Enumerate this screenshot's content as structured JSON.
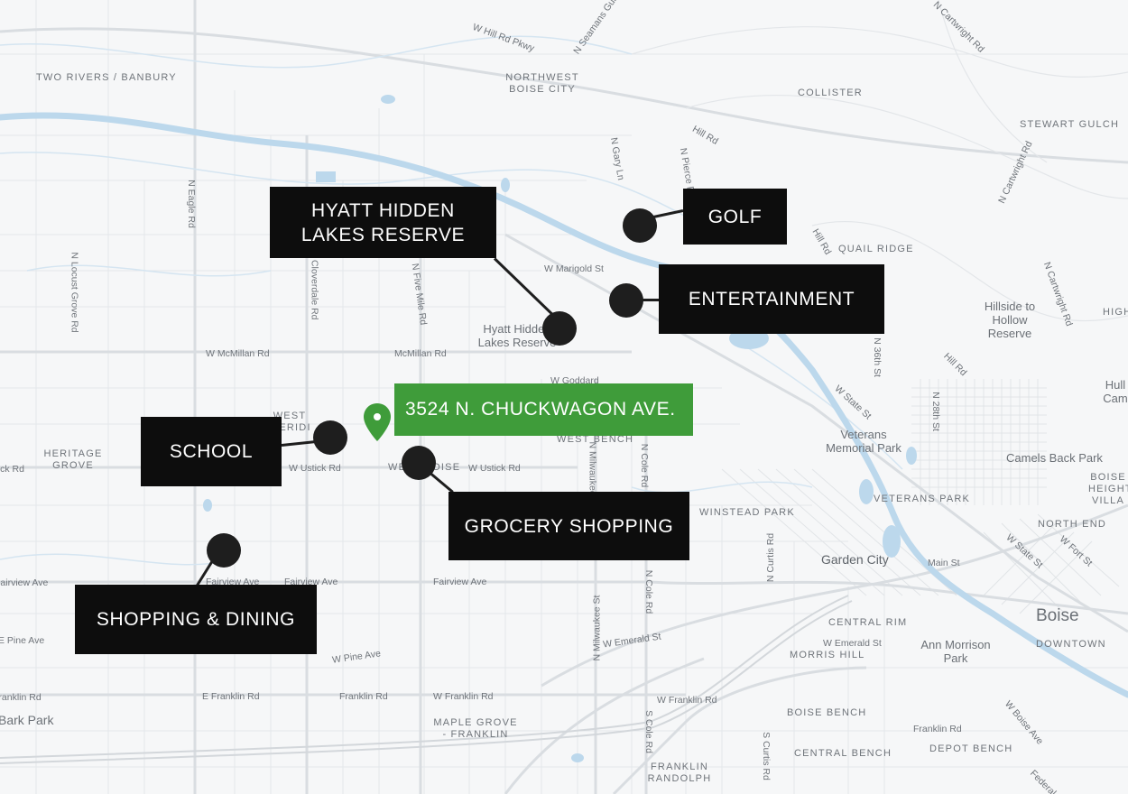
{
  "colors": {
    "callout_bg": "#0d0d0d",
    "address_bg": "#3f9c3a",
    "pin": "#3f9c3a",
    "water": "#bcd8ec",
    "road": "#dfe2e5"
  },
  "address": {
    "label": "3524 N. CHUCKWAGON AVE.",
    "icon": "map-pin-icon"
  },
  "callouts": {
    "hyatt": "HYATT HIDDEN LAKES RESERVE",
    "golf": "GOLF",
    "entertainment": "ENTERTAINMENT",
    "school": "SCHOOL",
    "grocery": "GROCERY SHOPPING",
    "shopping": "SHOPPING & DINING"
  },
  "areas": {
    "two_rivers": "TWO RIVERS / BANBURY",
    "northwest_boise": "NORTHWEST BOISE CITY",
    "collister": "COLLISTER",
    "stewart_gulch": "STEWART GULCH",
    "quail_ridge": "QUAIL RIDGE",
    "heritage_grove": "HERITAGE GROVE",
    "west_bench": "WEST BENCH",
    "west_meridian": "WEST MERIDIAN",
    "west_boise": "WEST BOISE",
    "winstead_park": "WINSTEAD PARK",
    "veterans_park": "VETERANS PARK",
    "north_end": "NORTH END",
    "boise_heights": "BOISE HEIGHTS VILLA",
    "central_rim": "CENTRAL RIM",
    "morris_hill": "MORRIS HILL",
    "downtown": "DOWNTOWN",
    "boise_bench": "BOISE BENCH",
    "central_bench": "CENTRAL BENCH",
    "depot_bench": "DEPOT BENCH",
    "maple_grove": "MAPLE GROVE - FRANKLIN",
    "franklin_randolph": "FRANKLIN RANDOLPH",
    "high": "HIGH"
  },
  "roads": {
    "w_hill_rd_pkwy": "W Hill Rd Pkwy",
    "n_seamans": "N Seamans Gulch",
    "hill_rd": "Hill Rd",
    "n_gary_ln": "N Gary Ln",
    "n_pierce": "N Pierce Park",
    "n_eagle_rd": "N Eagle Rd",
    "n_locust_grove": "N Locust Grove Rd",
    "cloverdale": "N Cloverdale Rd",
    "n_five_mile": "N Five Mile Rd",
    "w_marigold": "W Marigold St",
    "w_mcmillan": "W McMillan Rd",
    "mcmillan": "McMillan Rd",
    "w_goddard": "W Goddard",
    "w_ustick_left": "W Ustick Rd",
    "ustick_far": "Ustick Rd",
    "w_ustick_right": "W Ustick Rd",
    "w_state_st": "W State St",
    "n_28th": "N 28th St",
    "n_36th": "N 36th St",
    "hill_rd_2": "Hill Rd",
    "hill_rd_3": "Hill Rd",
    "n_cartwright": "N Cartwright Rd",
    "n_cartwright_2": "N Cartwright Rd",
    "n_cartwright_3": "N Cartwright Rd",
    "fairview_far": "Fairview Ave",
    "fairview_1": "Fairview Ave",
    "fairview_2": "Fairview Ave",
    "fairview_3": "Fairview Ave",
    "e_pine": "E Pine Ave",
    "w_pine": "W Pine Ave",
    "franklin_far": "Franklin Rd",
    "e_franklin": "E Franklin Rd",
    "franklin": "Franklin Rd",
    "w_franklin": "W Franklin Rd",
    "w_franklin_2": "W Franklin Rd",
    "franklin_2": "Franklin Rd",
    "n_milwaukee": "N Milwaukee St",
    "n_milwaukee_2": "N Milwaukee St",
    "n_cole": "N Cole Rd",
    "n_cole_2": "N Cole Rd",
    "s_cole": "S Cole Rd",
    "w_emerald": "W Emerald St",
    "w_emerald_2": "W Emerald St",
    "n_curtis": "N Curtis Rd",
    "s_curtis": "S Curtis Rd",
    "main_st": "Main St",
    "w_state_st_2": "W State St",
    "w_fort": "W Fort St",
    "w_boise_ave": "W Boise Ave",
    "federal": "Federal"
  },
  "places": {
    "hyatt_map": "Hyatt Hidden Lakes Reserve",
    "hillside": "Hillside to Hollow Reserve",
    "veterans_memorial": "Veterans Memorial Park",
    "camels_back": "Camels Back Park",
    "garden_city": "Garden City",
    "ann_morrison": "Ann Morrison Park",
    "bark_park": "Bark Park",
    "hull": "Hull Cam"
  },
  "cities": {
    "boise": "Boise"
  }
}
